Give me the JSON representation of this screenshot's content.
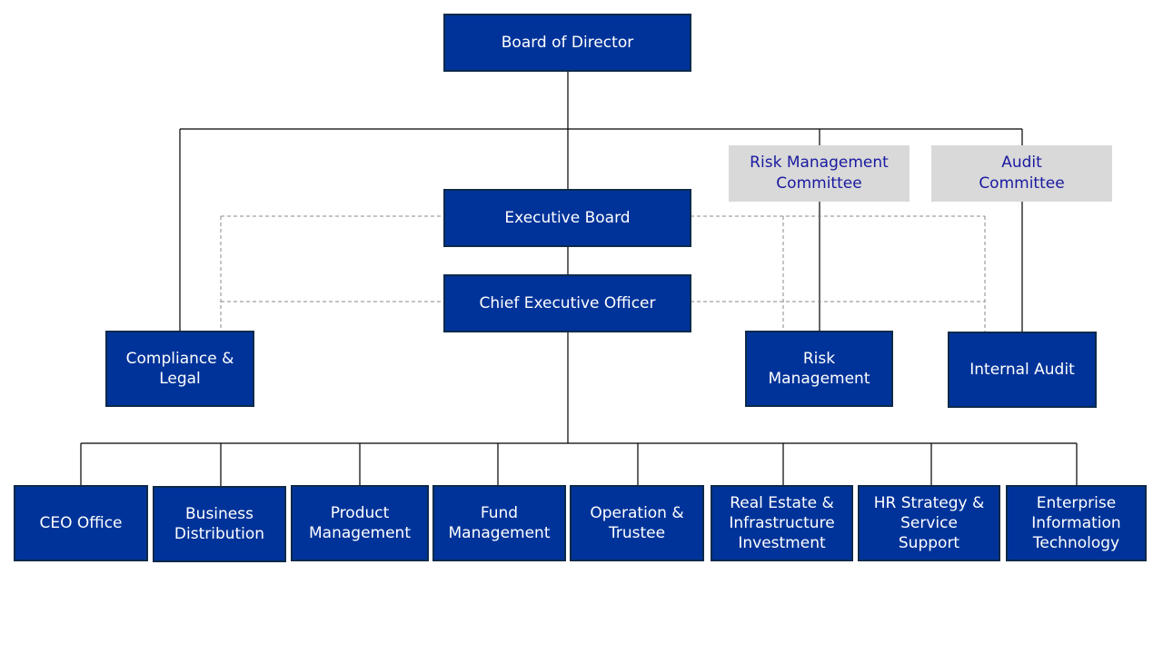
{
  "colors": {
    "box_fill": "#003399",
    "box_border": "#0d2a4a",
    "committee_fill": "#d9d9d9",
    "committee_text": "#1a1aa0",
    "line": "#000000",
    "dashed_line": "#888888"
  },
  "top": {
    "board": "Board of Director",
    "executive_board": "Executive Board",
    "ceo": "Chief Executive Officer"
  },
  "committees": {
    "risk": "Risk Management\nCommittee",
    "audit": "Audit\nCommittee"
  },
  "staff": {
    "compliance": "Compliance &\nLegal",
    "risk": "Risk\nManagement",
    "audit": "Internal Audit"
  },
  "departments": [
    "CEO Office",
    "Business\nDistribution",
    "Product\nManagement",
    "Fund\nManagement",
    "Operation &\nTrustee",
    "Real Estate &\nInfrastructure\nInvestment",
    "HR Strategy &\nService\nSupport",
    "Enterprise\nInformation\nTechnology"
  ]
}
